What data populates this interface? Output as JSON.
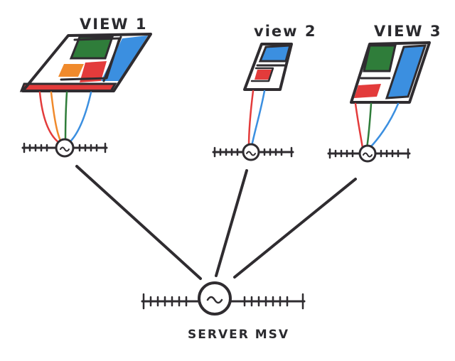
{
  "labels": {
    "view1": "VIEW 1",
    "view2": "view 2",
    "view3": "VIEW 3",
    "server": "SERVER MSV"
  },
  "colors": {
    "ink": "#2f2c30",
    "red": "#e33b3b",
    "green": "#2f7d3a",
    "blue": "#3b8fe0",
    "orange": "#f08a2c"
  }
}
